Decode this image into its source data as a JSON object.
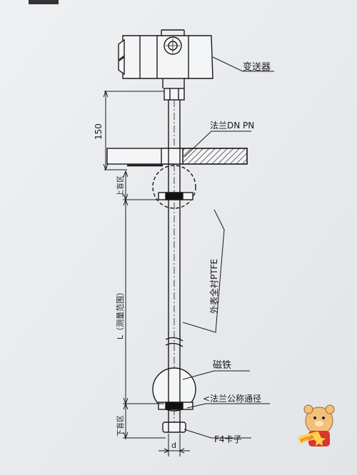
{
  "labels": {
    "transmitter": "变送器",
    "flange": "法兰DN PN",
    "dim_150": "150",
    "upper_blind_zone": "上盲区",
    "measuring_range": "L（测量范围）",
    "ptfe_lining": "外表全衬PTFE",
    "magnet": "磁铁",
    "flange_nominal_bore": "<法兰公称通径",
    "lower_blind_zone": "下盲区",
    "f4_clip": "F4卡子",
    "d_symbol": "d"
  },
  "watermark": {
    "text": "ymgk"
  }
}
